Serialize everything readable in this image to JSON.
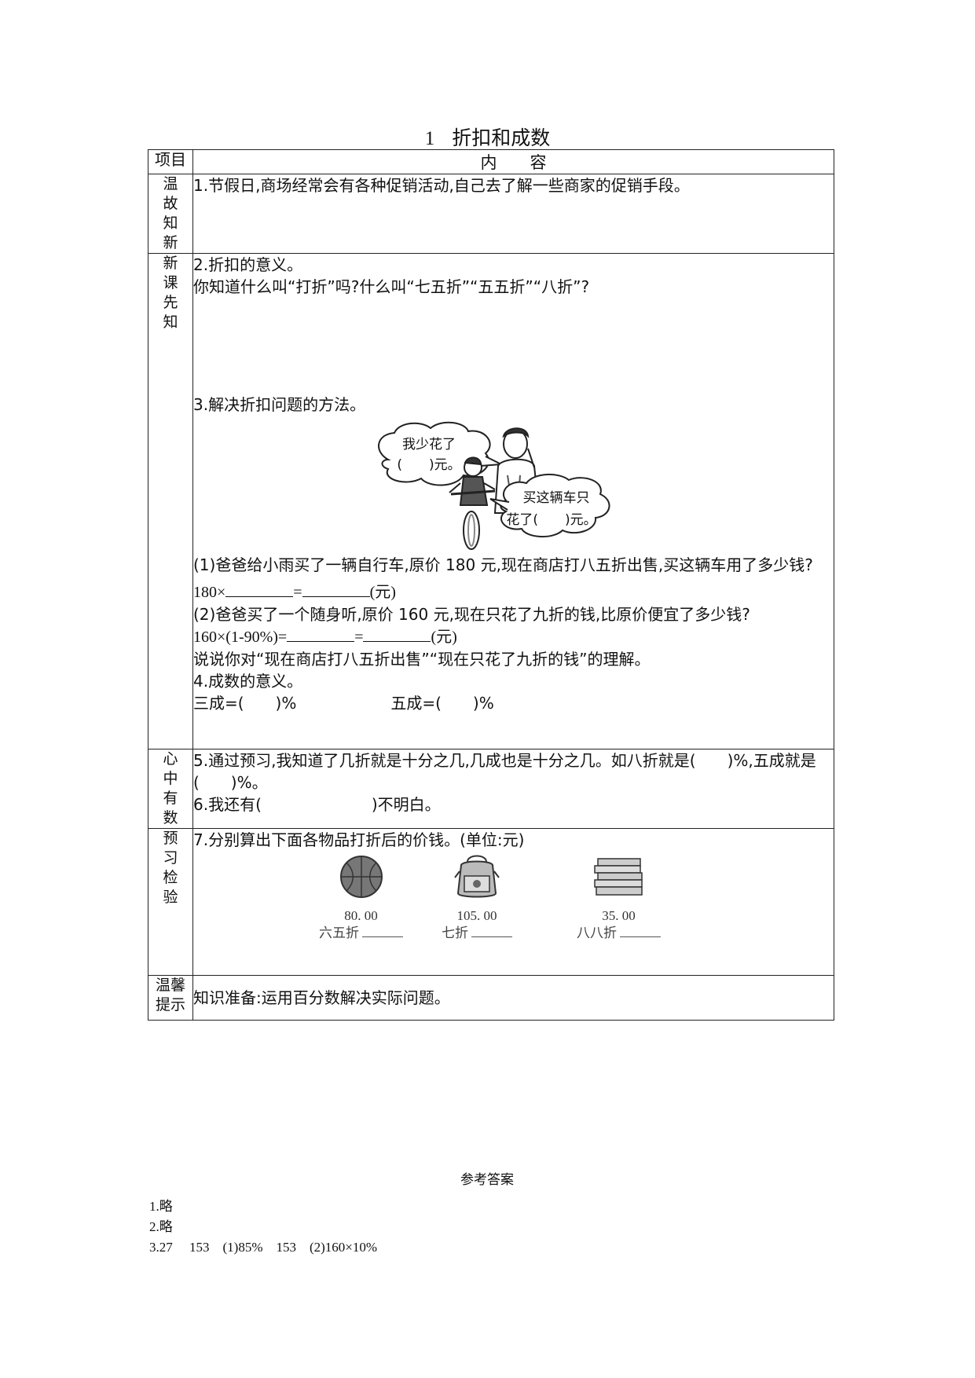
{
  "title": {
    "number": "1",
    "text": "折扣和成数"
  },
  "header": {
    "col1": "项目",
    "col2": "内　　容"
  },
  "sections": {
    "review": {
      "label": [
        "温",
        "故",
        "知",
        "新"
      ],
      "q1": "1.节假日,商场经常会有各种促销活动,自己去了解一些商家的促销手段。"
    },
    "newlesson": {
      "label": [
        "新",
        "课",
        "先",
        "知"
      ],
      "q2_title": "2.折扣的意义。",
      "q2_text": "你知道什么叫“打折”吗?什么叫“七五折”“五五折”“八折”?",
      "q3_title": "3.解决折扣问题的方法。",
      "bubble1_line1": "我少花了",
      "bubble1_line2": "(　　)元。",
      "bubble2_line1": "买这辆车只",
      "bubble2_line2": "花了(　　)元。",
      "q3_1": "(1)爸爸给小雨买了一辆自行车,原价 180 元,现在商店打八五折出售,买这辆车用了多少钱?",
      "q3_1_formula_a": "180×",
      "q3_1_formula_eq": "=",
      "q3_1_formula_unit": "(元)",
      "q3_2": "(2)爸爸买了一个随身听,原价 160 元,现在只花了九折的钱,比原价便宜了多少钱?",
      "q3_2_formula_a": "160×(1-90%)=",
      "q3_2_formula_eq": "=",
      "q3_2_formula_unit": "(元)",
      "q3_3": "说说你对“现在商店打八五折出售”“现在只花了九折的钱”的理解。",
      "q4_title": "4.成数的意义。",
      "q4_a": "三成=(　　)%",
      "q4_b": "五成=(　　)%"
    },
    "mind": {
      "label": [
        "心",
        "中",
        "有",
        "数"
      ],
      "q5": "5.通过预习,我知道了几折就是十分之几,几成也是十分之几。如八折就是(　　)%,五成就是(　　)%。",
      "q6": "6.我还有(　　　　　　　)不明白。"
    },
    "check": {
      "label": [
        "预",
        "习",
        "检",
        "验"
      ],
      "q7": "7.分别算出下面各物品打折后的价钱。(单位:元)",
      "items": [
        {
          "price": "80. 00",
          "discount": "六五折",
          "icon": "basketball-icon"
        },
        {
          "price": "105. 00",
          "discount": "七折",
          "icon": "backpack-icon"
        },
        {
          "price": "35. 00",
          "discount": "八八折",
          "icon": "books-icon"
        }
      ]
    },
    "tips": {
      "label": [
        "温馨",
        "提示"
      ],
      "text": "知识准备:运用百分数解决实际问题。"
    }
  },
  "answers": {
    "heading": "参考答案",
    "lines": [
      "1.略",
      "2.略",
      "3.27　 153　(1)85%　153　(2)160×10%"
    ]
  }
}
